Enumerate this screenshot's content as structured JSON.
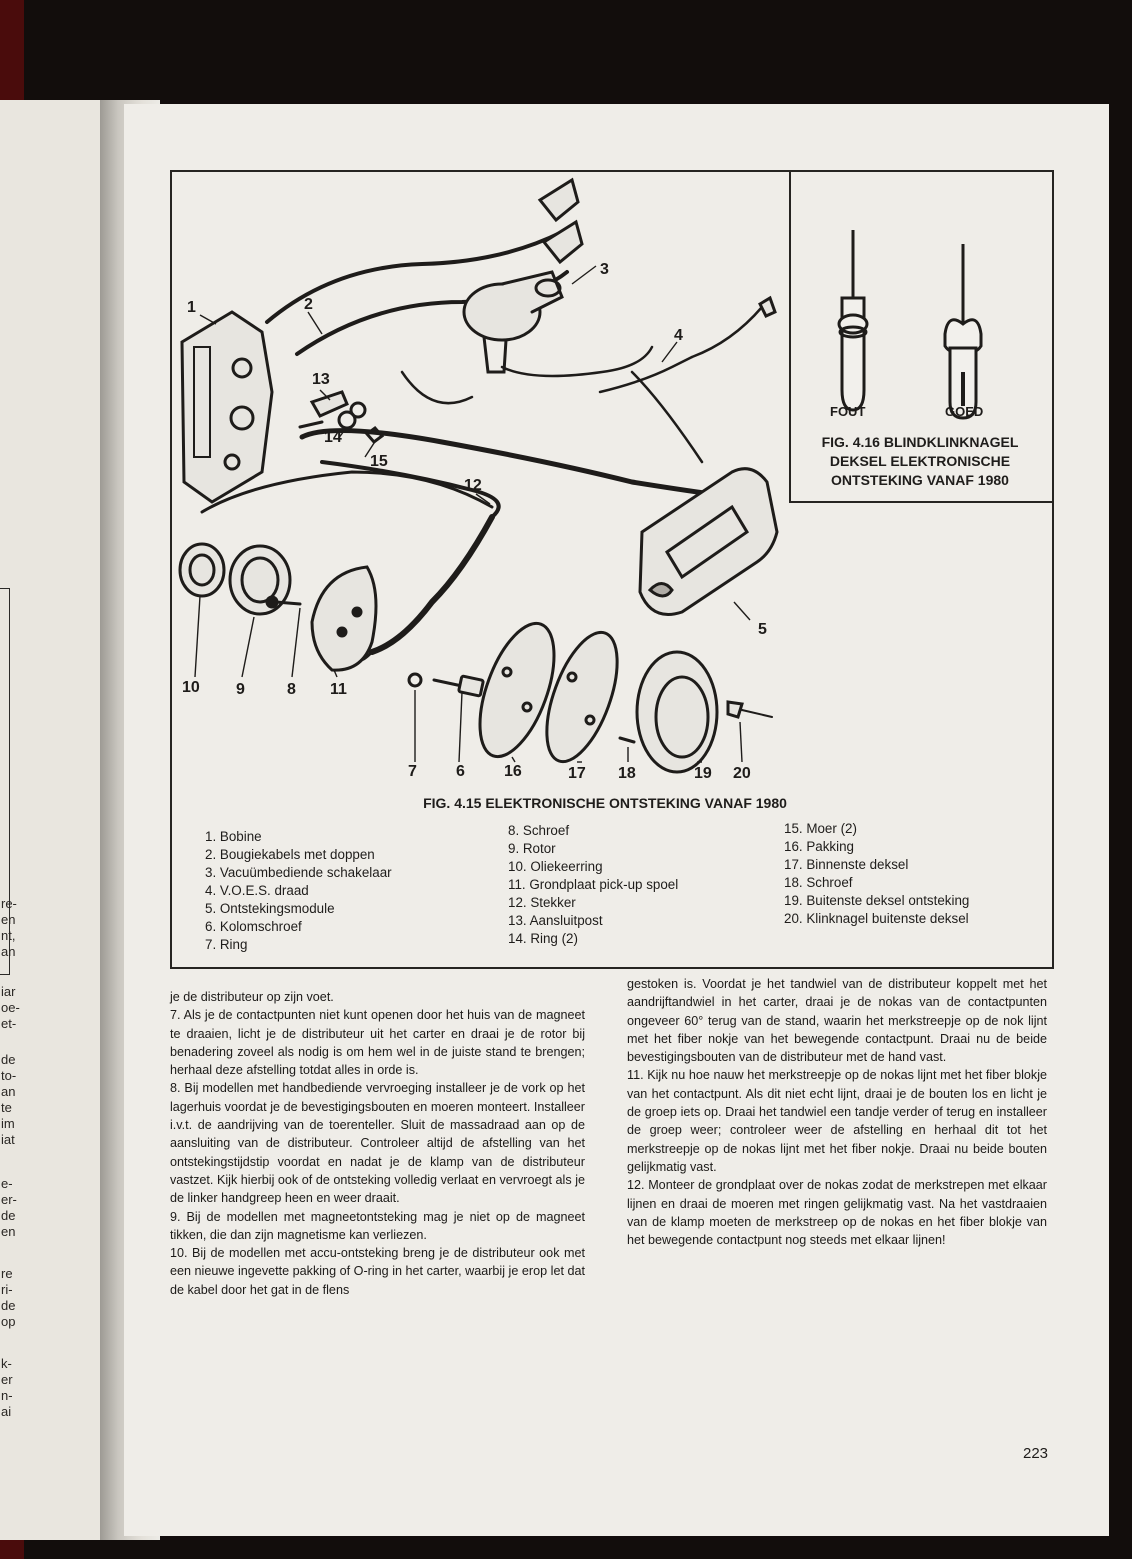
{
  "figure_16": {
    "label_wrong": "FOUT",
    "label_right": "GOED",
    "caption_lines": [
      "FIG. 4.16 BLINDKLINKNAGEL",
      "DEKSEL ELEKTRONISCHE",
      "ONTSTEKING VANAF 1980"
    ]
  },
  "figure_15": {
    "caption": "FIG. 4.15 ELEKTRONISCHE ONTSTEKING VANAF 1980",
    "callouts": [
      "1",
      "2",
      "3",
      "4",
      "5",
      "6",
      "7",
      "8",
      "9",
      "10",
      "11",
      "12",
      "13",
      "14",
      "15",
      "16",
      "17",
      "18",
      "19",
      "20"
    ],
    "legend_col1": [
      "1. Bobine",
      "2. Bougiekabels met doppen",
      "3. Vacuümbediende schakelaar",
      "4. V.O.E.S. draad",
      "5. Ontstekingsmodule",
      "6. Kolomschroef",
      "7. Ring"
    ],
    "legend_col2": [
      "8. Schroef",
      "9. Rotor",
      "10. Oliekeerring",
      "11. Grondplaat pick-up spoel",
      "12. Stekker",
      "13. Aansluitpost",
      "14. Ring (2)"
    ],
    "legend_col3": [
      "15. Moer (2)",
      "16. Pakking",
      "17. Binnenste deksel",
      "18. Schroef",
      "19. Buitenste deksel ontsteking",
      "20. Klinknagel buitenste deksel"
    ]
  },
  "body": {
    "col1": [
      "je de distributeur op zijn voet.",
      "7. Als je de contactpunten niet kunt openen door het huis van de magneet te draaien, licht je de distributeur uit het carter en draai je de rotor bij benadering zoveel als nodig is om hem wel in de juiste stand te brengen; herhaal deze afstelling totdat alles in orde is.",
      "8. Bij modellen met handbediende vervroeging installeer je de vork op het lagerhuis voordat je de bevestigingsbouten en moeren monteert. Installeer i.v.t. de aandrijving van de toerenteller. Sluit de massadraad aan op de aansluiting van de distributeur. Controleer altijd de afstelling van het ontstekingstijdstip voordat en nadat je de klamp van de distributeur vastzet. Kijk hierbij ook of de ontsteking volledig verlaat en vervroegt als je de linker handgreep heen en weer draait.",
      "9. Bij de modellen met magneetontsteking mag je niet op de magneet tikken, die dan zijn magnetisme kan verliezen.",
      "10. Bij de modellen met accu-ontsteking breng je de distributeur ook met een nieuwe ingevette pakking of O-ring in het carter, waarbij je erop let dat de kabel door het gat in de flens"
    ],
    "col2": [
      "gestoken is. Voordat je het tandwiel van de distributeur koppelt met het aandrijftandwiel in het carter, draai je de nokas van de contactpunten ongeveer 60° terug van de stand, waarin het merkstreepje op de nok lijnt met het fiber nokje van het bewegende contactpunt. Draai nu de beide bevestigingsbouten van de distributeur met de hand vast.",
      "11. Kijk nu hoe nauw het merkstreepje op de nokas lijnt met het fiber blokje van het contactpunt. Als dit niet echt lijnt, draai je de bouten los en licht je de groep iets op. Draai het tandwiel een tandje verder of terug en installeer de groep weer; controleer weer de afstelling en herhaal dit tot het merkstreepje op de nokas lijnt met het fiber nokje. Draai nu beide bouten gelijkmatig vast.",
      "12. Monteer de grondplaat over de nokas zodat de merkstrepen met elkaar lijnen en draai de moeren met ringen gelijkmatig vast. Na het vastdraaien van de klamp moeten de merkstreep op de nokas en het fiber blokje van het bewegende contactpunt nog steeds met elkaar lijnen!"
    ]
  },
  "page_number": "223",
  "left_page_fragments": [
    "re-",
    "en",
    "nt,",
    "an",
    "iar",
    "oe-",
    "et-",
    "de",
    "to-",
    "an",
    "te",
    "im",
    "iat",
    "e-",
    "er-",
    "de",
    "en",
    "re",
    "ri-",
    "de",
    "op",
    "k-",
    "er",
    "n-",
    "ai"
  ]
}
